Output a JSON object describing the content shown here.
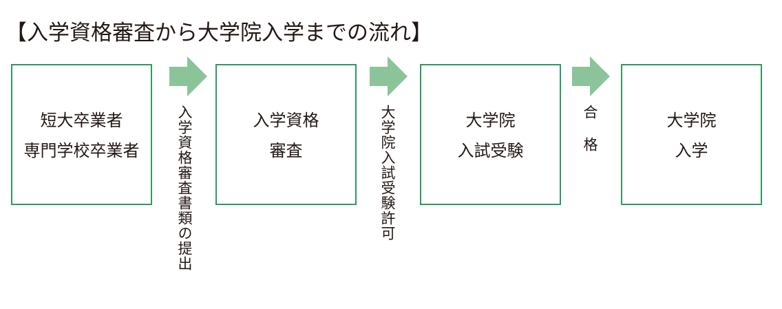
{
  "title": "【入学資格審査から大学院入学までの流れ】",
  "steps": [
    {
      "line1": "短大卒業者",
      "line2": "専門学校卒業者"
    },
    {
      "line1": "入学資格",
      "line2": "審査"
    },
    {
      "line1": "大学院",
      "line2": "入試受験"
    },
    {
      "line1": "大学院",
      "line2": "入学"
    }
  ],
  "transitions": [
    {
      "label": "入学資格審査書類の提出"
    },
    {
      "label": "大学院入試受験許可"
    },
    {
      "label": "合 格"
    }
  ],
  "colors": {
    "box_border": "#2e9a5e",
    "arrow_fill": "#8cc49a",
    "text": "#231815"
  },
  "icons": {
    "arrow": "right-arrow-icon"
  }
}
